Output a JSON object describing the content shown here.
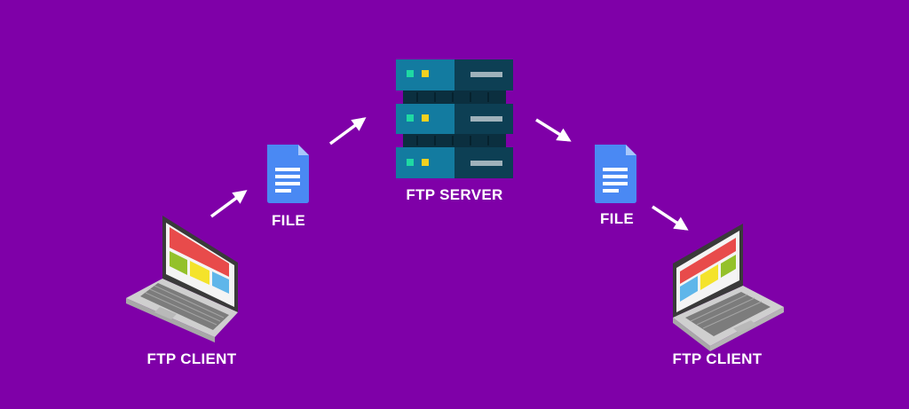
{
  "diagram": {
    "labels": {
      "client_left": "FTP CLIENT",
      "file_left": "FILE",
      "server": "FTP SERVER",
      "file_right": "FILE",
      "client_right": "FTP CLIENT"
    },
    "icons": {
      "client_left": "laptop-icon",
      "file_left": "document-icon",
      "server": "server-rack-icon",
      "file_right": "document-icon",
      "client_right": "laptop-icon",
      "arrows": "arrow-icon"
    },
    "colors": {
      "background": "#7f00a8",
      "text": "#ffffff",
      "arrow": "#ffffff",
      "file_blue": "#4a89f3",
      "server_teal": "#137ba0",
      "server_dark": "#0d3f54",
      "led_green": "#1fd9a3",
      "led_yellow": "#f2d11f",
      "screen_red": "#e84b4b",
      "screen_green": "#94c12a",
      "screen_yellow": "#f4e32b",
      "screen_blue": "#5fb6ea"
    }
  }
}
